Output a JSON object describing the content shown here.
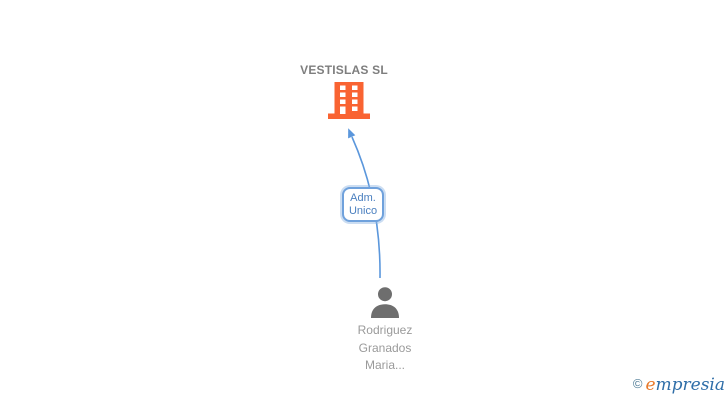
{
  "graph": {
    "company": {
      "name": "VESTISLAS SL"
    },
    "edge": {
      "label_lines": [
        "Adm.",
        "Unico"
      ]
    },
    "person": {
      "name_lines": [
        "Rodriguez",
        "Granados",
        "Maria..."
      ]
    }
  },
  "watermark": {
    "copyright": "©",
    "brand_initial": "e",
    "brand_rest": "mpresia"
  },
  "icons": {
    "company": "building-icon",
    "person": "person-icon",
    "edge_end": "arrowhead-icon"
  },
  "colors": {
    "company_icon": "#F96332",
    "company_title": "#7E7E7E",
    "edge": "#5B97DC",
    "edge_label_border": "#6FA1DC",
    "edge_label_text": "#4A7FBF",
    "person_icon": "#6E6E6E",
    "person_name": "#9A9A9A",
    "logo_copyright": "#4F7C96",
    "logo_orange": "#E87A2C",
    "logo_blue": "#2F6EA8",
    "background": "#FFFFFF"
  }
}
